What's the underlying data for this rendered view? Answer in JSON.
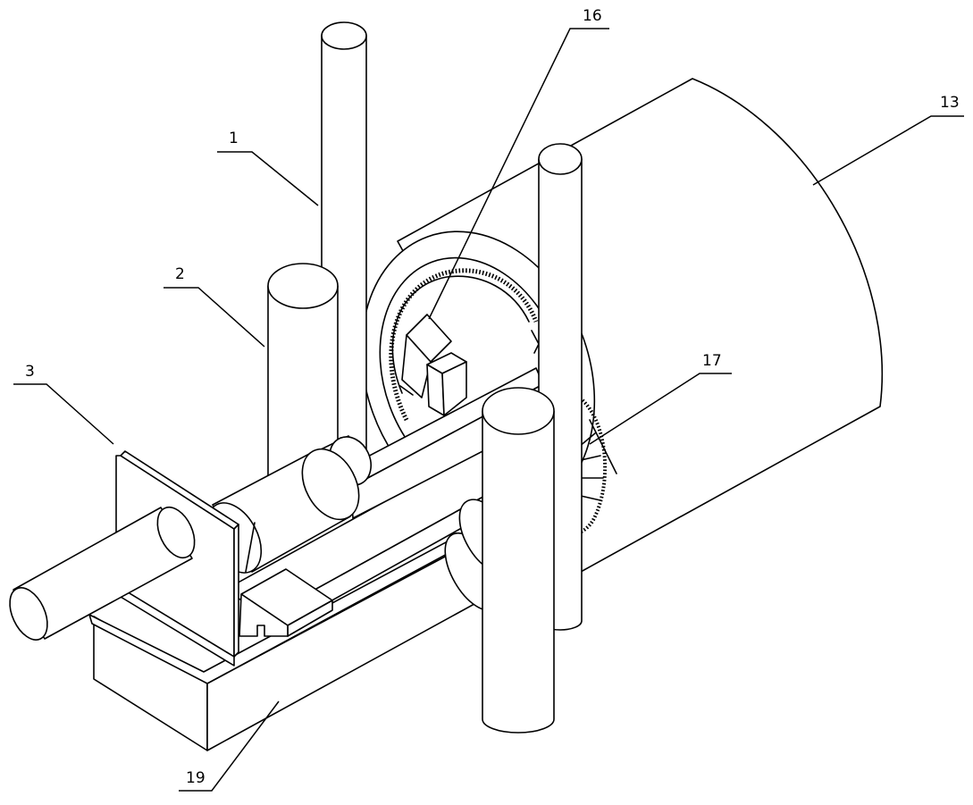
{
  "labels": {
    "l1": "1",
    "l2": "2",
    "l3": "3",
    "l13": "13",
    "l16": "16",
    "l17": "17",
    "l19": "19"
  },
  "colors": {
    "line": "#000000",
    "background": "#ffffff"
  }
}
